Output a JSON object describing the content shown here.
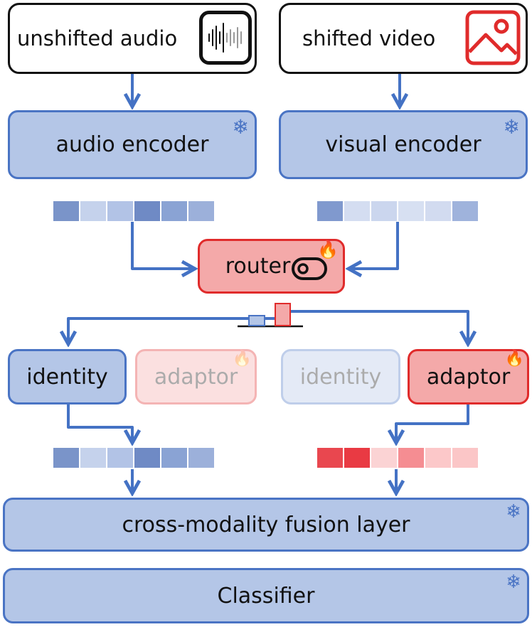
{
  "inputs": {
    "audio_label": "unshifted audio",
    "video_label": "shifted video"
  },
  "encoders": {
    "audio_label": "audio encoder",
    "visual_label": "visual encoder"
  },
  "router": {
    "label": "router"
  },
  "branches": {
    "identity_label": "identity",
    "adaptor_label": "adaptor"
  },
  "fusion": {
    "label": "cross-modality fusion layer"
  },
  "classifier": {
    "label": "Classifier"
  },
  "colors": {
    "frozen_fill": "#b4c6e7",
    "frozen_border": "#4a74c4",
    "trainable_fill": "#f4a9a9",
    "trainable_border": "#e02b2b",
    "arrow": "#4472c4",
    "frozen_icon": "#4a74c4",
    "trainable_icon": "#e02b2b"
  },
  "icons": {
    "audio": "waveform-icon",
    "video": "image-icon",
    "frozen": "snowflake-icon",
    "trainable": "flame-icon",
    "router": "toggle-icon"
  },
  "token_colors": {
    "audio_features": [
      "#7a94c9",
      "#c5d2ec",
      "#b2c3e6",
      "#6f8ac5",
      "#8aa3d4",
      "#9cb0da"
    ],
    "video_features": [
      "#8099ce",
      "#d4ddf1",
      "#cbd6ee",
      "#d7e0f2",
      "#d2dbf0",
      "#9fb3dc"
    ],
    "audio_output": [
      "#7a94c9",
      "#c5d2ec",
      "#b2c3e6",
      "#6f8ac5",
      "#8aa3d4",
      "#9cb0da"
    ],
    "video_output": [
      "#e9474f",
      "#e93a43",
      "#fbd3d4",
      "#f58d92",
      "#fcc8c9",
      "#fbc6c7"
    ]
  },
  "router_weights": {
    "identity": 0.45,
    "adaptor": 1.0
  }
}
